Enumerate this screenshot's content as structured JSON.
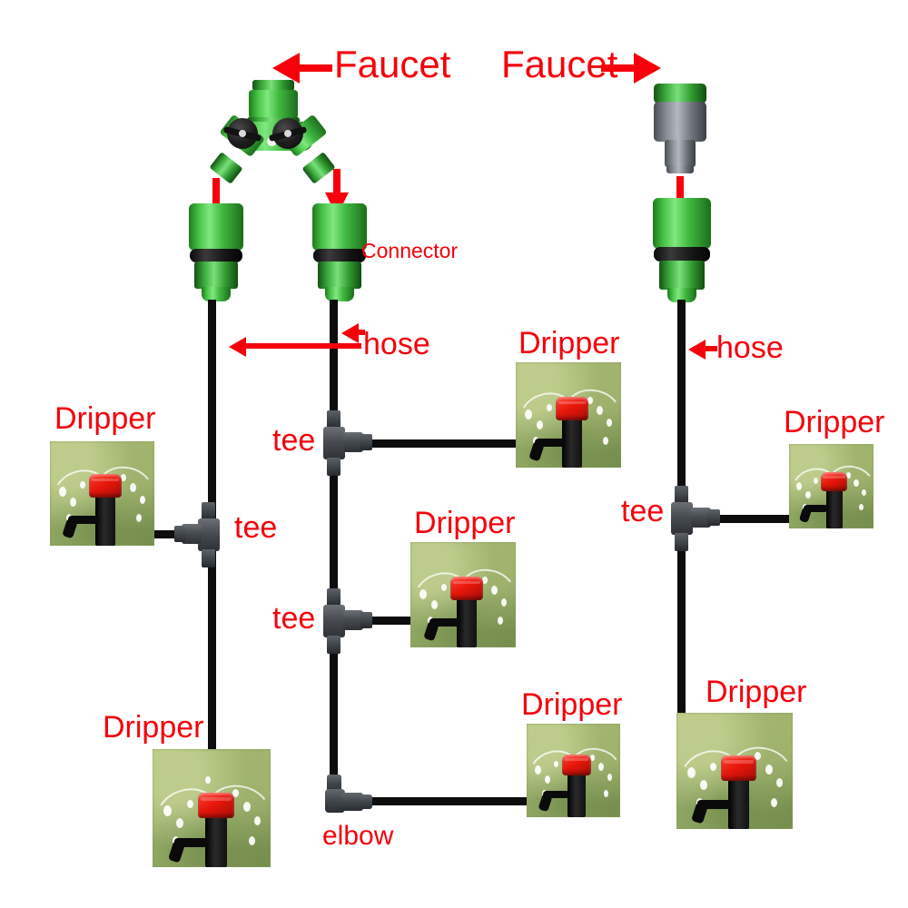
{
  "diagram": {
    "title": "Drip irrigation hose assembly diagram",
    "background": "#ffffff",
    "label_color": "#f5000b",
    "hose_color": "#0d0d0d",
    "fitting_color": "#474c52",
    "connector_color": "#3fb83f"
  },
  "labels": {
    "faucet_left": "Faucet",
    "faucet_right": "Faucet",
    "connector": "Connector",
    "hose_left": "hose",
    "hose_right": "hose",
    "elbow": "elbow",
    "tee_left": "tee",
    "tee_mid_upper": "tee",
    "tee_mid_lower": "tee",
    "tee_right": "tee",
    "dripper_left_upper": "Dripper",
    "dripper_left_lower": "Dripper",
    "dripper_mid_upper": "Dripper",
    "dripper_mid_middle": "Dripper",
    "dripper_mid_lower": "Dripper",
    "dripper_right_upper": "Dripper",
    "dripper_right_lower": "Dripper"
  },
  "components": {
    "y_splitter": {
      "name": "two-way shut-off valve splitter",
      "valve_handles": 2,
      "body_color": "#3fb83f",
      "handle_color": "#1c1c1c"
    },
    "quick_connector_left": {
      "name": "quick connector",
      "color": "#3fb83f"
    },
    "quick_connector_mid": {
      "name": "quick connector",
      "color": "#3fb83f"
    },
    "tap_adapter_right": {
      "name": "threaded tap adapter",
      "color": "#8a9096"
    },
    "quick_connector_right": {
      "name": "quick connector",
      "color": "#3fb83f"
    },
    "tee_fitting": {
      "name": "barbed tee fitting",
      "color": "#474c52"
    },
    "elbow_fitting": {
      "name": "barbed elbow fitting",
      "color": "#474c52"
    },
    "dripper": {
      "name": "adjustable dripper emitter",
      "cap_color": "#e8170c",
      "stem_color": "#0a0a0a"
    }
  },
  "counts": {
    "drippers": 7,
    "tees": 4,
    "elbows": 1,
    "connectors": 3,
    "faucet_arrows": 2
  }
}
